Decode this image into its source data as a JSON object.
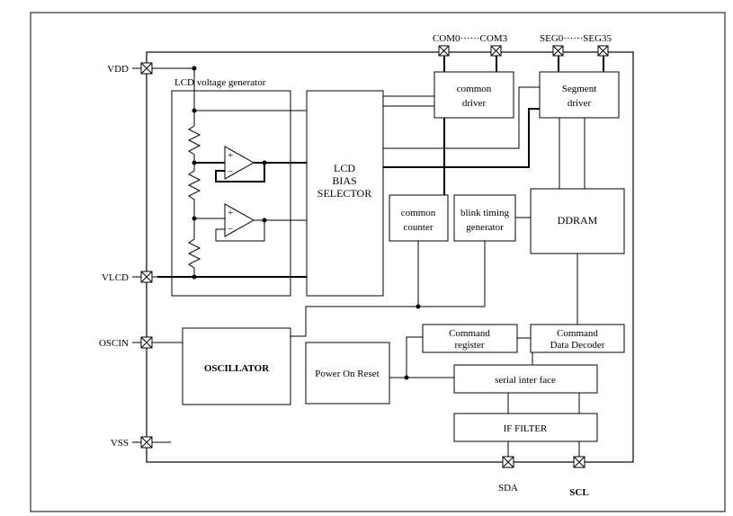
{
  "blocks": {
    "lcd_voltage_generator": "LCD voltage generator",
    "lcd_bias_selector": [
      "LCD",
      "BIAS",
      "SELECTOR"
    ],
    "common_driver": [
      "common",
      "driver"
    ],
    "segment_driver": [
      "Segment",
      "driver"
    ],
    "common_counter": [
      "common",
      "counter"
    ],
    "blink_timing_generator": [
      "blink timing",
      "generator"
    ],
    "ddram": "DDRAM",
    "command_register": [
      "Command",
      "register"
    ],
    "command_data_decoder": [
      "Command",
      "Data Decoder"
    ],
    "oscillator": "OSCILLATOR",
    "power_on_reset": "Power On Reset",
    "serial_interface": "serial inter face",
    "if_filter": "IF FILTER"
  },
  "pins": {
    "vdd": "VDD",
    "vlcd": "VLCD",
    "oscin": "OSCIN",
    "vss": "VSS",
    "com": "COM0······COM3",
    "seg": "SEG0······SEG35",
    "sda": "SDA",
    "scl": "SCL"
  },
  "opamp": {
    "plus": "+",
    "minus": "−"
  }
}
